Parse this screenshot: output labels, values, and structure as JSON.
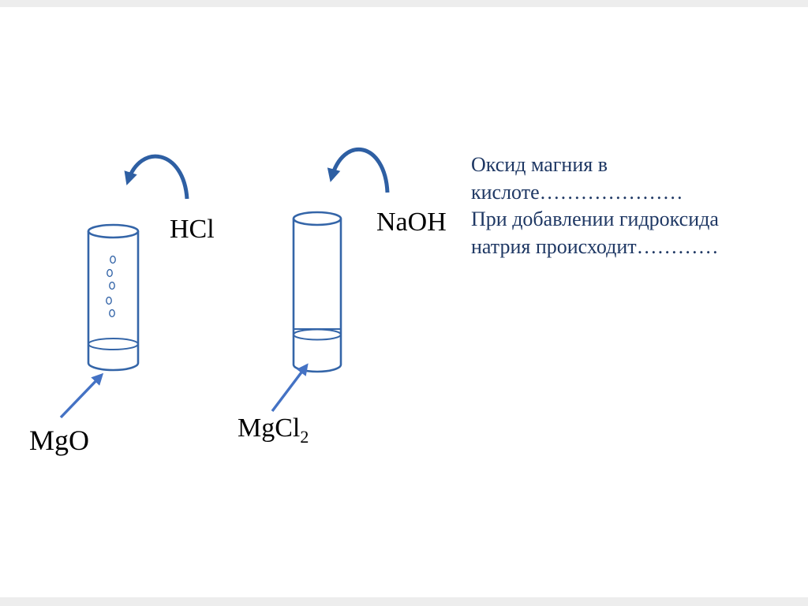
{
  "colors": {
    "tube_outline": "#3465a8",
    "arrow_curved": "#2e5fa3",
    "arrow_straight": "#4472c4",
    "text_dark_blue": "#1f3864",
    "label_black": "#000000"
  },
  "labels": {
    "left_reagent": "HCl",
    "right_reagent": "NaOH",
    "left_product": "MgO",
    "right_product_base": "MgCl",
    "right_product_subscript": "2"
  },
  "text_block": {
    "lines": [
      "Оксид магния в",
      "кислоте…………………",
      "При добавлении гидроксида",
      "натрия происходит…………"
    ]
  }
}
